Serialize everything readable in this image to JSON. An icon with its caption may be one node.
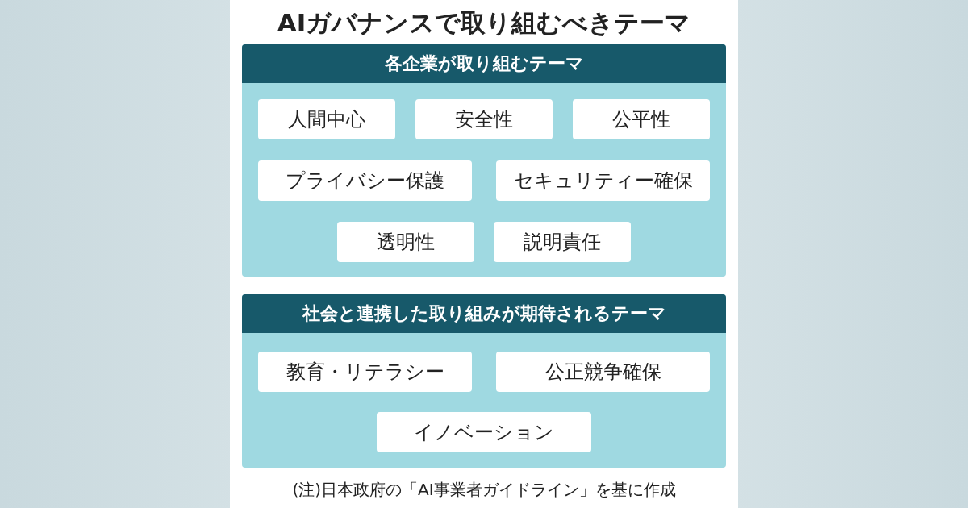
{
  "diagram": {
    "title": "AIガバナンスで取り組むべきテーマ",
    "caption": "(注)日本政府の「AI事業者ガイドライン」を基に作成",
    "nodes": [
      {
        "text": [
          "各企業が取り組むテーマ"
        ]
      },
      {
        "text": [
          "人間中心"
        ],
        "in": 0
      },
      {
        "text": [
          "安全性"
        ],
        "in": 0
      },
      {
        "text": [
          "公平性"
        ],
        "in": 0
      },
      {
        "text": [
          "プライバシー保護"
        ],
        "in": 0
      },
      {
        "text": [
          "セキュリティー確保"
        ],
        "in": 0
      },
      {
        "text": [
          "透明性"
        ],
        "in": 0
      },
      {
        "text": [
          "説明責任"
        ],
        "in": 0
      },
      {
        "text": [
          "社会と連携した取り組みが期待されるテーマ"
        ]
      },
      {
        "text": [
          "教育・リテラシー"
        ],
        "in": 8
      },
      {
        "text": [
          "公正競争確保"
        ],
        "in": 8
      },
      {
        "text": [
          "イノベーション"
        ],
        "in": 8
      }
    ]
  }
}
